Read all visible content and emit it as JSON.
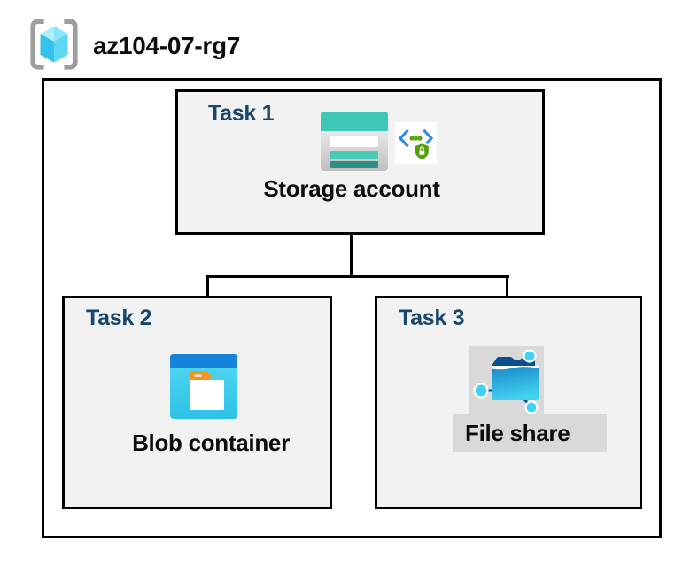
{
  "resource_group": {
    "name": "az104-07-rg7",
    "icon": "resource-group-icon"
  },
  "tasks": [
    {
      "label": "Task 1",
      "resource": "Storage account",
      "icons": [
        "storage-account-icon",
        "secured-api-icon"
      ]
    },
    {
      "label": "Task 2",
      "resource": "Blob container",
      "icons": [
        "blob-container-icon"
      ]
    },
    {
      "label": "Task 3",
      "resource": "File share",
      "icons": [
        "file-share-icon"
      ]
    }
  ],
  "connections": [
    {
      "from": "Storage account",
      "to": "Blob container"
    },
    {
      "from": "Storage account",
      "to": "File share"
    }
  ],
  "colors": {
    "task_label_navy": "#17466F",
    "box_fill": "#F2F2F2",
    "box_border": "#000000",
    "connector": "#000000",
    "highlight_gray": "#D9D9D9",
    "rg_bracket_gray": "#9E9E9E",
    "rg_cube_cyan": "#5ED7F3",
    "storage_teal": "#3EC7B4",
    "storage_teal_dark": "#2E8F84",
    "secured_api_blue": "#2E8DE0",
    "secured_api_green": "#54A009",
    "blob_header_blue": "#1583D9",
    "blob_body_cyan": "#3ECFEE",
    "folder_tab_orange": "#F79420",
    "fileshare_navy": "#0A4F8F",
    "fileshare_cyan": "#41D1F0"
  }
}
